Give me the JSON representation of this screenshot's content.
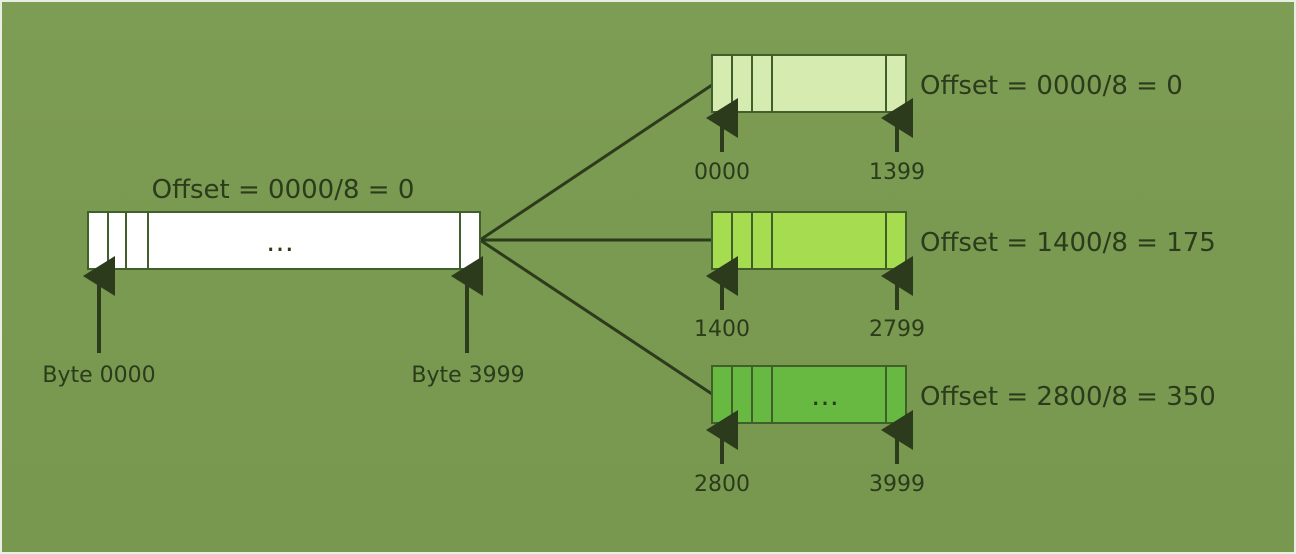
{
  "original_packet": {
    "offset_label": "Offset = 0000/8 = 0",
    "ellipsis": "…",
    "start_label": "Byte 0000",
    "end_label": "Byte 3999",
    "fill_color": "#ffffff"
  },
  "fragments": [
    {
      "offset_label": "Offset = 0000/8 = 0",
      "start_label": "0000",
      "end_label": "1399",
      "fill_color": "#d5ebb0",
      "ellipsis": ""
    },
    {
      "offset_label": "Offset = 1400/8 = 175",
      "start_label": "1400",
      "end_label": "2799",
      "fill_color": "#a6dc4f",
      "ellipsis": ""
    },
    {
      "offset_label": "Offset = 2800/8 = 350",
      "start_label": "2800",
      "end_label": "3999",
      "fill_color": "#67b942",
      "ellipsis": "…"
    }
  ],
  "colors": {
    "background": "#7a9a52",
    "ink": "#2b3b1b",
    "box_border": "#405f2a"
  }
}
